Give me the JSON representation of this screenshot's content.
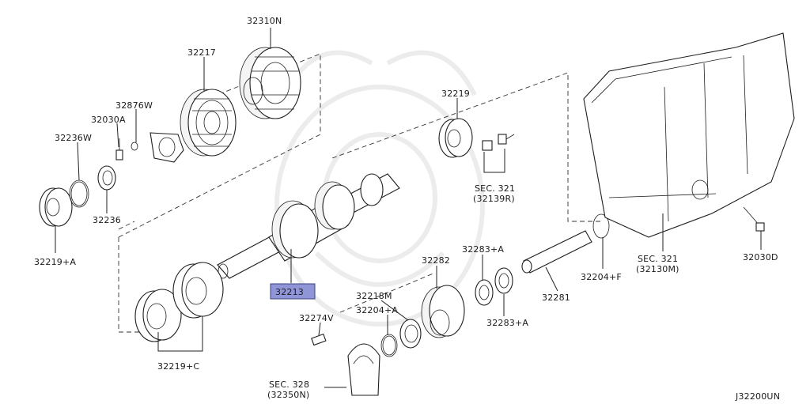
{
  "diagram": {
    "code": "J32200UN",
    "highlight_color": "#8f95d6",
    "highlighted_part": "32213",
    "callouts": [
      {
        "id": "c-32310N",
        "text": "32310N"
      },
      {
        "id": "c-32217",
        "text": "32217"
      },
      {
        "id": "c-32876W",
        "text": "32876W"
      },
      {
        "id": "c-32030A",
        "text": "32030A"
      },
      {
        "id": "c-32236W",
        "text": "32236W"
      },
      {
        "id": "c-32236",
        "text": "32236"
      },
      {
        "id": "c-32219A",
        "text": "32219+A"
      },
      {
        "id": "c-32219",
        "text": "32219"
      },
      {
        "id": "c-sec321a",
        "text": "SEC. 321"
      },
      {
        "id": "c-32139R",
        "text": "(32139R)"
      },
      {
        "id": "c-32213",
        "text": "32213"
      },
      {
        "id": "c-32282",
        "text": "32282"
      },
      {
        "id": "c-32283A-top",
        "text": "32283+A"
      },
      {
        "id": "c-32218M",
        "text": "32218M"
      },
      {
        "id": "c-32204A",
        "text": "32204+A"
      },
      {
        "id": "c-32274V",
        "text": "32274V"
      },
      {
        "id": "c-32281",
        "text": "32281"
      },
      {
        "id": "c-32283A-bot",
        "text": "32283+A"
      },
      {
        "id": "c-32204F",
        "text": "32204+F"
      },
      {
        "id": "c-sec321b",
        "text": "SEC. 321"
      },
      {
        "id": "c-32130M",
        "text": "(32130M)"
      },
      {
        "id": "c-32030D",
        "text": "32030D"
      },
      {
        "id": "c-32219C",
        "text": "32219+C"
      },
      {
        "id": "c-sec328",
        "text": "SEC. 328"
      },
      {
        "id": "c-32350N",
        "text": "(32350N)"
      }
    ]
  }
}
